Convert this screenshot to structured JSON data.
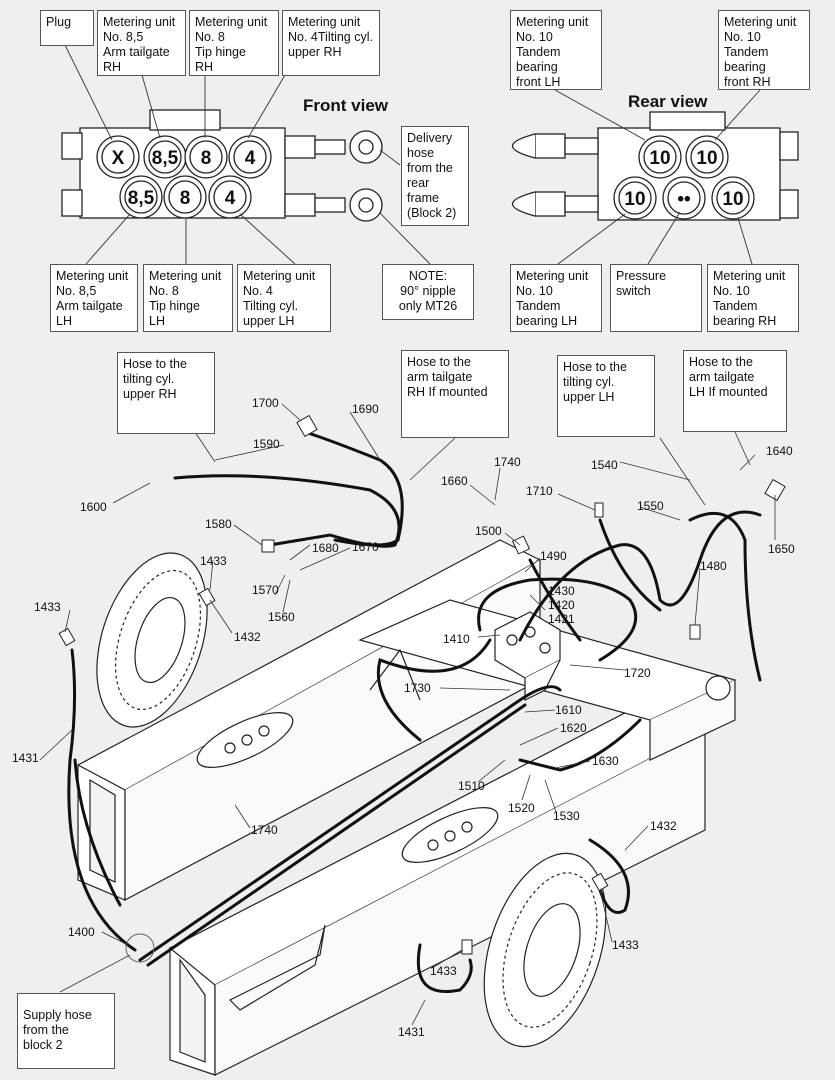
{
  "views": {
    "front": "Front view",
    "rear": "Rear view"
  },
  "front_top_boxes": [
    "Plug",
    "Metering unit\nNo. 8,5\nArm tailgate\nRH",
    "Metering unit\nNo. 8\nTip hinge\nRH",
    "Metering unit\nNo. 4Tilting cyl.\nupper RH"
  ],
  "front_bottom_boxes": [
    "Metering unit\nNo. 8,5\nArm tailgate\nLH",
    "Metering unit\nNo. 8\nTip hinge\nLH",
    "Metering unit\nNo. 4\nTilting cyl.\nupper LH"
  ],
  "delivery_box": "Delivery\nhose\nfrom the\nrear\nframe\n(Block 2)",
  "note_box": "NOTE:\n90° nipple\nonly  MT26",
  "rear_top_boxes": [
    "Metering unit\nNo. 10\nTandem\nbearing\nfront LH",
    "Metering unit\nNo. 10\nTandem\nbearing\nfront RH"
  ],
  "rear_bottom_boxes": [
    "Metering unit\nNo. 10\nTandem\nbearing LH",
    "Pressure\nswitch",
    "Metering unit\nNo. 10\nTandem\nbearing RH"
  ],
  "front_ports_top": [
    "X",
    "8,5",
    "8",
    "4"
  ],
  "front_ports_bottom": [
    "8,5",
    "8",
    "4"
  ],
  "rear_ports_top": [
    "10",
    "10"
  ],
  "rear_ports_bottom": [
    "10",
    "••",
    "10"
  ],
  "hose_boxes": [
    "Hose to the\ntilting cyl.\nupper  RH",
    "Hose to the\narm tailgate\nRH If mounted",
    "Hose to the\ntilting cyl.\nupper  LH",
    "Hose to the\narm tailgate\nLH If mounted"
  ],
  "supply_box": "Supply hose\nfrom the\nblock 2",
  "part_numbers": [
    "1700",
    "1690",
    "1590",
    "1600",
    "1580",
    "1680",
    "1670",
    "1570",
    "1560",
    "1433",
    "1433",
    "1432",
    "1431",
    "1660",
    "1740",
    "1710",
    "1500",
    "1490",
    "1430",
    "1420",
    "1421",
    "1410",
    "1540",
    "1550",
    "1640",
    "1650",
    "1480",
    "1720",
    "1730",
    "1610",
    "1620",
    "1630",
    "1510",
    "1520",
    "1530",
    "1740",
    "1432",
    "1400",
    "1433",
    "1433",
    "1431"
  ]
}
